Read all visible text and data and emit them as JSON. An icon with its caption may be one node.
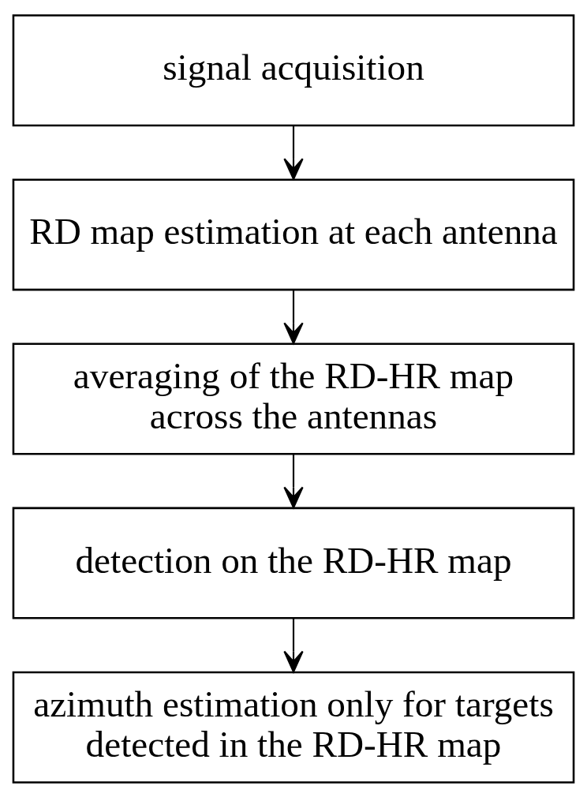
{
  "diagram": {
    "nodes": [
      {
        "text": [
          "signal acquisition"
        ]
      },
      {
        "text": [
          "RD map estimation at each antenna"
        ]
      },
      {
        "text": [
          "averaging of the RD-HR map across the antennas"
        ]
      },
      {
        "text": [
          "detection on the RD-HR map"
        ]
      },
      {
        "text": [
          "azimuth estimation only for targets detected in the RD-HR map"
        ]
      }
    ],
    "edges": [
      {
        "from": 0,
        "to": 1,
        "arrow": "to"
      },
      {
        "from": 1,
        "to": 2,
        "arrow": "to"
      },
      {
        "from": 2,
        "to": 3,
        "arrow": "to"
      },
      {
        "from": 3,
        "to": 4,
        "arrow": "to"
      }
    ]
  }
}
